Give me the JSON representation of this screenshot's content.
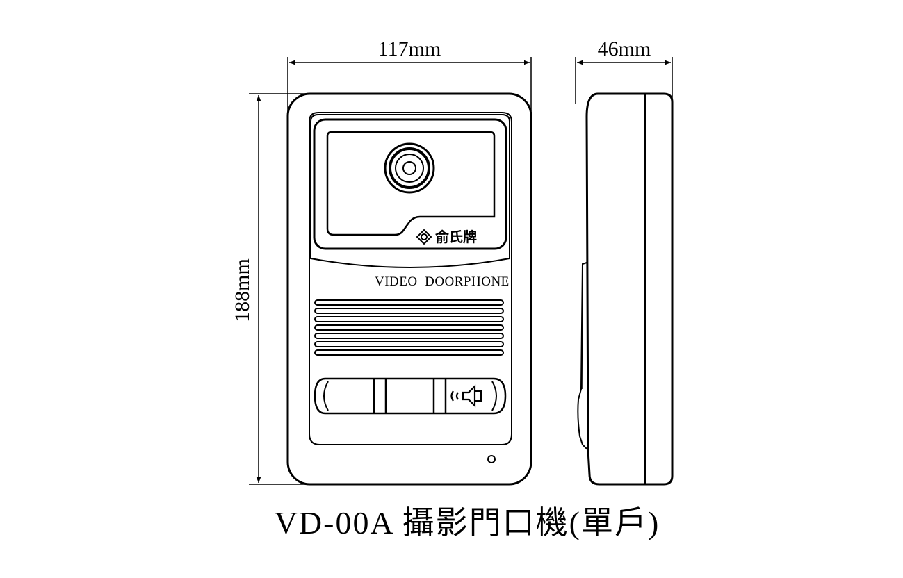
{
  "dimensions": {
    "width": "117mm",
    "height": "188mm",
    "depth": "46mm"
  },
  "front_panel": {
    "label": "VIDEO  DOORPHONE",
    "brand": "俞氏牌"
  },
  "caption": "VD-00A 攝影門口機(單戶)",
  "icons": {
    "call_button": "speaker-icon",
    "brand_logo": "brand-logo-icon"
  },
  "colors": {
    "line": "#000000",
    "background": "#ffffff"
  }
}
